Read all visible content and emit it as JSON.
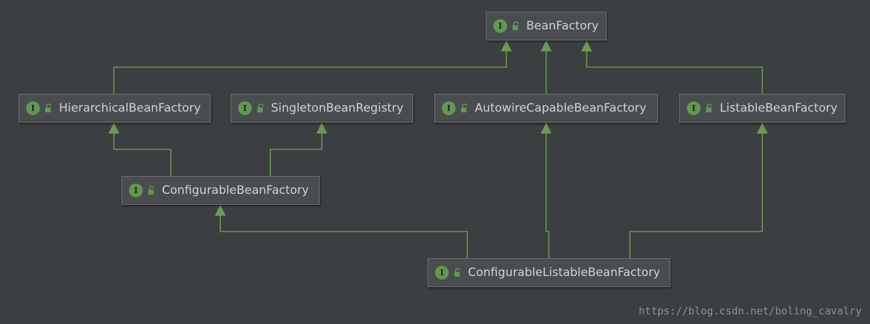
{
  "nodes": [
    {
      "id": "bean-factory",
      "label": "BeanFactory",
      "badge": "I"
    },
    {
      "id": "hierarchical-bean-factory",
      "label": "HierarchicalBeanFactory",
      "badge": "I"
    },
    {
      "id": "singleton-bean-registry",
      "label": "SingletonBeanRegistry",
      "badge": "I"
    },
    {
      "id": "autowire-capable-bean-factory",
      "label": "AutowireCapableBeanFactory",
      "badge": "I"
    },
    {
      "id": "listable-bean-factory",
      "label": "ListableBeanFactory",
      "badge": "I"
    },
    {
      "id": "configurable-bean-factory",
      "label": "ConfigurableBeanFactory",
      "badge": "I"
    },
    {
      "id": "configurable-listable-bean-factory",
      "label": "ConfigurableListableBeanFactory",
      "badge": "I"
    }
  ],
  "edges": [
    {
      "from": "hierarchical-bean-factory",
      "to": "bean-factory"
    },
    {
      "from": "autowire-capable-bean-factory",
      "to": "bean-factory"
    },
    {
      "from": "listable-bean-factory",
      "to": "bean-factory"
    },
    {
      "from": "configurable-bean-factory",
      "to": "hierarchical-bean-factory"
    },
    {
      "from": "configurable-bean-factory",
      "to": "singleton-bean-registry"
    },
    {
      "from": "configurable-listable-bean-factory",
      "to": "configurable-bean-factory"
    },
    {
      "from": "configurable-listable-bean-factory",
      "to": "autowire-capable-bean-factory"
    },
    {
      "from": "configurable-listable-bean-factory",
      "to": "listable-bean-factory"
    }
  ],
  "icons": {
    "interface_badge": "interface-icon",
    "visibility": "public-lock-icon"
  },
  "colors": {
    "background": "#3c3f41",
    "node_fill": "#4a4d4f",
    "edge": "#6a9a55",
    "badge": "#629755",
    "text": "#d3d3d3"
  },
  "watermark": "https://blog.csdn.net/boling_cavalry"
}
